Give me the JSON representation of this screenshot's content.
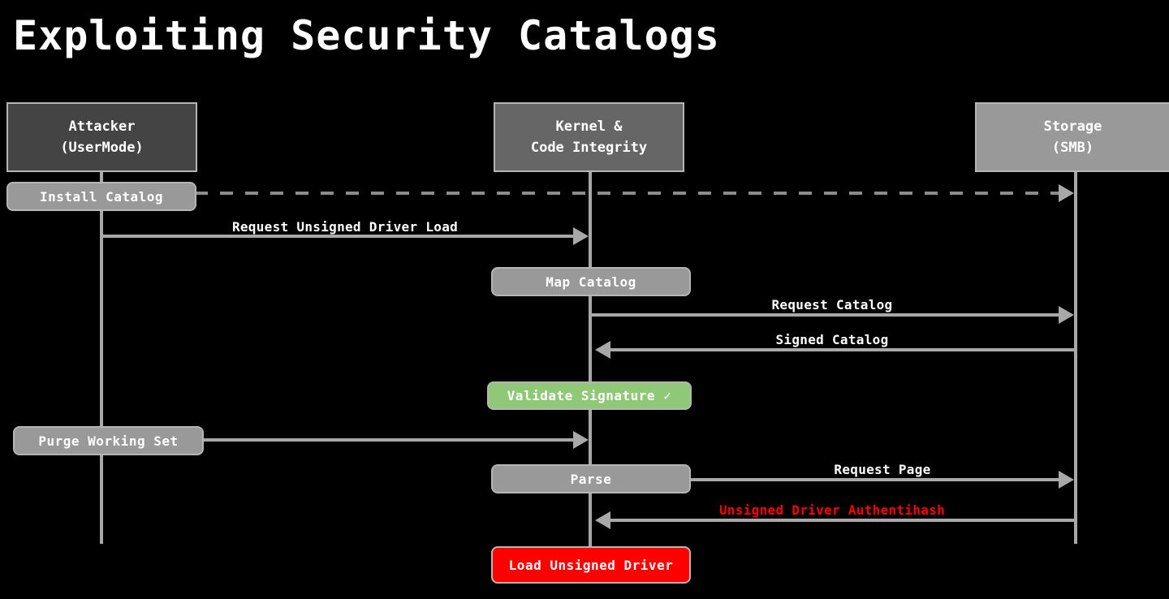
{
  "title": "Exploiting Security Catalogs",
  "theme": {
    "background": "#000000",
    "line": "#a8a8a8",
    "note_gray": "#999999",
    "note_green": "#8fc877",
    "note_red": "#ff0000",
    "text": "#ffffff",
    "alert_text": "#ff0000"
  },
  "participants": [
    {
      "id": "attacker",
      "line1": "Attacker",
      "line2": "(UserMode)",
      "fill": "#444444"
    },
    {
      "id": "kernel",
      "line1": "Kernel &",
      "line2": "Code Integrity",
      "fill": "#666666"
    },
    {
      "id": "storage",
      "line1": "Storage",
      "line2": "(SMB)",
      "fill": "#999999"
    }
  ],
  "notes": [
    {
      "id": "install-catalog",
      "label": "Install Catalog",
      "color": "gray"
    },
    {
      "id": "map-catalog",
      "label": "Map Catalog",
      "color": "gray"
    },
    {
      "id": "validate-signature",
      "label": "Validate Signature ✓",
      "color": "green"
    },
    {
      "id": "purge-working-set",
      "label": "Purge Working Set",
      "color": "gray"
    },
    {
      "id": "parse",
      "label": "Parse",
      "color": "gray"
    },
    {
      "id": "load-unsigned-driver",
      "label": "Load Unsigned Driver",
      "color": "red"
    }
  ],
  "messages": [
    {
      "id": "install-catalog-msg",
      "label": "",
      "from": "attacker",
      "to": "storage",
      "style": "dashed",
      "direction": "right"
    },
    {
      "id": "request-unsigned-load",
      "label": "Request Unsigned Driver Load",
      "from": "attacker",
      "to": "kernel",
      "style": "solid",
      "direction": "right"
    },
    {
      "id": "request-catalog",
      "label": "Request Catalog",
      "from": "kernel",
      "to": "storage",
      "style": "solid",
      "direction": "right"
    },
    {
      "id": "signed-catalog",
      "label": "Signed Catalog",
      "from": "storage",
      "to": "kernel",
      "style": "solid",
      "direction": "left"
    },
    {
      "id": "purge-working-set-msg",
      "label": "",
      "from": "attacker",
      "to": "kernel",
      "style": "solid",
      "direction": "right"
    },
    {
      "id": "request-page",
      "label": "Request Page",
      "from": "kernel",
      "to": "storage",
      "style": "solid",
      "direction": "right"
    },
    {
      "id": "unsigned-authentihash",
      "label": "Unsigned Driver Authentihash",
      "from": "storage",
      "to": "kernel",
      "style": "solid",
      "direction": "left",
      "alert": true
    }
  ]
}
